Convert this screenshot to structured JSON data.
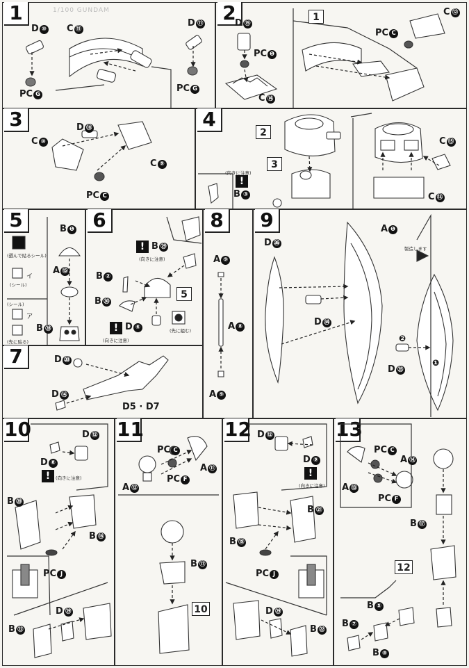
{
  "header_faint": "1/100 GUNDAM",
  "steps": [
    {
      "num": "1",
      "labels": [
        "D",
        "C",
        "PC",
        "D",
        "PC"
      ],
      "parts": [
        "⑩",
        "⑪",
        "G",
        "⑪",
        "G"
      ]
    },
    {
      "num": "2",
      "labels": [
        "D",
        "PC",
        "C",
        "PC",
        "C"
      ],
      "parts": [
        "⑮",
        "❶",
        "⑭",
        "C",
        "⑫"
      ],
      "ref": "1"
    },
    {
      "num": "3",
      "labels": [
        "D",
        "C",
        "C",
        "PC"
      ],
      "parts": [
        "⑱",
        "⑩",
        "⑨",
        "C"
      ]
    },
    {
      "num": "4",
      "labels": [
        "B",
        "C",
        "C"
      ],
      "parts": [
        "③",
        "⑮",
        "⑬"
      ],
      "refs": [
        "2",
        "3"
      ],
      "note": "(向きに注意)"
    },
    {
      "num": "5",
      "labels": [
        "B",
        "A",
        "B"
      ],
      "parts": [
        "❶",
        "⑮",
        "㉘"
      ],
      "notes": [
        "(選んで貼るシール)",
        "イ",
        "(シール)",
        "ア",
        "(シール)",
        "(先に貼る)"
      ]
    },
    {
      "num": "6",
      "labels": [
        "B",
        "B",
        "B",
        "D"
      ],
      "parts": [
        "㉙",
        "②",
        "㉚",
        "⑥"
      ],
      "ref": "5",
      "notes": [
        "(向きに注意)",
        "(向きに注意)",
        "(先に組む)"
      ]
    },
    {
      "num": "7",
      "labels": [
        "D",
        "D",
        "D5 · D7"
      ],
      "parts": [
        "㉚",
        "⑭",
        ""
      ]
    },
    {
      "num": "8",
      "labels": [
        "A",
        "A",
        "A"
      ],
      "parts": [
        "⑨",
        "⑧",
        "⑨"
      ]
    },
    {
      "num": "9",
      "labels": [
        "D",
        "A",
        "D",
        "D"
      ],
      "parts": [
        "㊱",
        "❶",
        "㉞",
        "㉟"
      ],
      "note": "製造します",
      "markers": [
        "❷",
        "❶"
      ]
    },
    {
      "num": "10",
      "labels": [
        "D",
        "D",
        "B",
        "B",
        "PC",
        "D",
        "B"
      ],
      "parts": [
        "⑫",
        "⑧",
        "⑳",
        "⑱",
        "J",
        "㉙",
        "㉒"
      ],
      "note": "(向きに注意)"
    },
    {
      "num": "11",
      "labels": [
        "PC",
        "A",
        "PC",
        "A",
        "B"
      ],
      "parts": [
        "C",
        "⑪",
        "F",
        "⑫",
        "⑰"
      ],
      "ref": "10"
    },
    {
      "num": "12",
      "labels": [
        "D",
        "D",
        "B",
        "B",
        "PC",
        "D",
        "B"
      ],
      "parts": [
        "⑫",
        "⑨",
        "㉑",
        "⑲",
        "J",
        "㉙",
        "㉒"
      ],
      "note": "(向きに注意)"
    },
    {
      "num": "13",
      "labels": [
        "PC",
        "A",
        "A",
        "PC",
        "B",
        "B",
        "B",
        "B"
      ],
      "parts": [
        "C",
        "⑭",
        "⑬",
        "F",
        "⑰",
        "⑤",
        "⑦",
        "⑧"
      ],
      "ref": "12"
    }
  ]
}
